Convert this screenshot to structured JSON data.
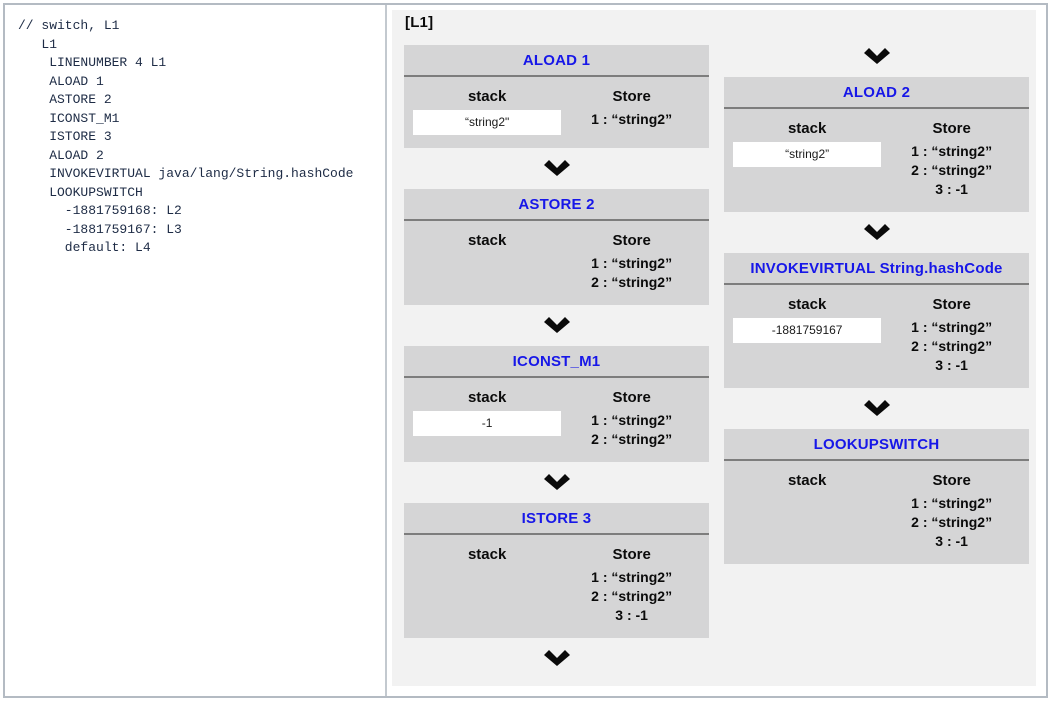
{
  "left_panel": {
    "code_lines": [
      "// switch, L1",
      "   L1",
      "    LINENUMBER 4 L1",
      "    ALOAD 1",
      "    ASTORE 2",
      "    ICONST_M1",
      "    ISTORE 3",
      "    ALOAD 2",
      "    INVOKEVIRTUAL java/lang/String.hashCode",
      "    LOOKUPSWITCH",
      "      -1881759168: L2",
      "      -1881759167: L3",
      "      default: L4"
    ]
  },
  "right_panel": {
    "header": "[L1]",
    "labels": {
      "stack": "stack",
      "store": "Store"
    },
    "columns": [
      {
        "items": [
          {
            "type": "card",
            "title": "ALOAD 1",
            "stack_box": "“string2\"",
            "store_entries": [
              "1 : “string2”"
            ]
          },
          {
            "type": "arrow",
            "icon": "chevron-down"
          },
          {
            "type": "card",
            "title": "ASTORE 2",
            "stack_box": null,
            "store_entries": [
              "1 : “string2”",
              "2 : “string2”"
            ]
          },
          {
            "type": "arrow",
            "icon": "chevron-down"
          },
          {
            "type": "card",
            "title": "ICONST_M1",
            "stack_box": "-1",
            "store_entries": [
              "1 : “string2”",
              "2 : “string2”"
            ]
          },
          {
            "type": "arrow",
            "icon": "chevron-down"
          },
          {
            "type": "card",
            "title": "ISTORE 3",
            "stack_box": null,
            "store_entries": [
              "1 : “string2”",
              "2 : “string2”",
              "3 : -1"
            ]
          },
          {
            "type": "arrow",
            "icon": "chevron-down"
          }
        ]
      },
      {
        "items": [
          {
            "type": "arrow",
            "icon": "chevron-down"
          },
          {
            "type": "card",
            "title": "ALOAD 2",
            "stack_box": "“string2”",
            "store_entries": [
              "1 : “string2”",
              "2 : “string2”",
              "3 : -1"
            ]
          },
          {
            "type": "arrow",
            "icon": "chevron-down"
          },
          {
            "type": "card",
            "title": "INVOKEVIRTUAL String.hashCode",
            "stack_box": "-1881759167",
            "store_entries": [
              "1 : “string2”",
              "2 : “string2”",
              "3 : -1"
            ]
          },
          {
            "type": "arrow",
            "icon": "chevron-down"
          },
          {
            "type": "card",
            "title": "LOOKUPSWITCH",
            "stack_box": null,
            "store_entries": [
              "1 : “string2”",
              "2 : “string2”",
              "3 : -1"
            ]
          }
        ]
      }
    ],
    "colors": {
      "panel_bg": "#f2f2f2",
      "card_bg": "#d5d5d6",
      "title_blue": "#1717e8",
      "title_separator": "#7d7d7d",
      "arrow": "#0a0a0a",
      "outer_border": "#b4bbc3"
    }
  }
}
